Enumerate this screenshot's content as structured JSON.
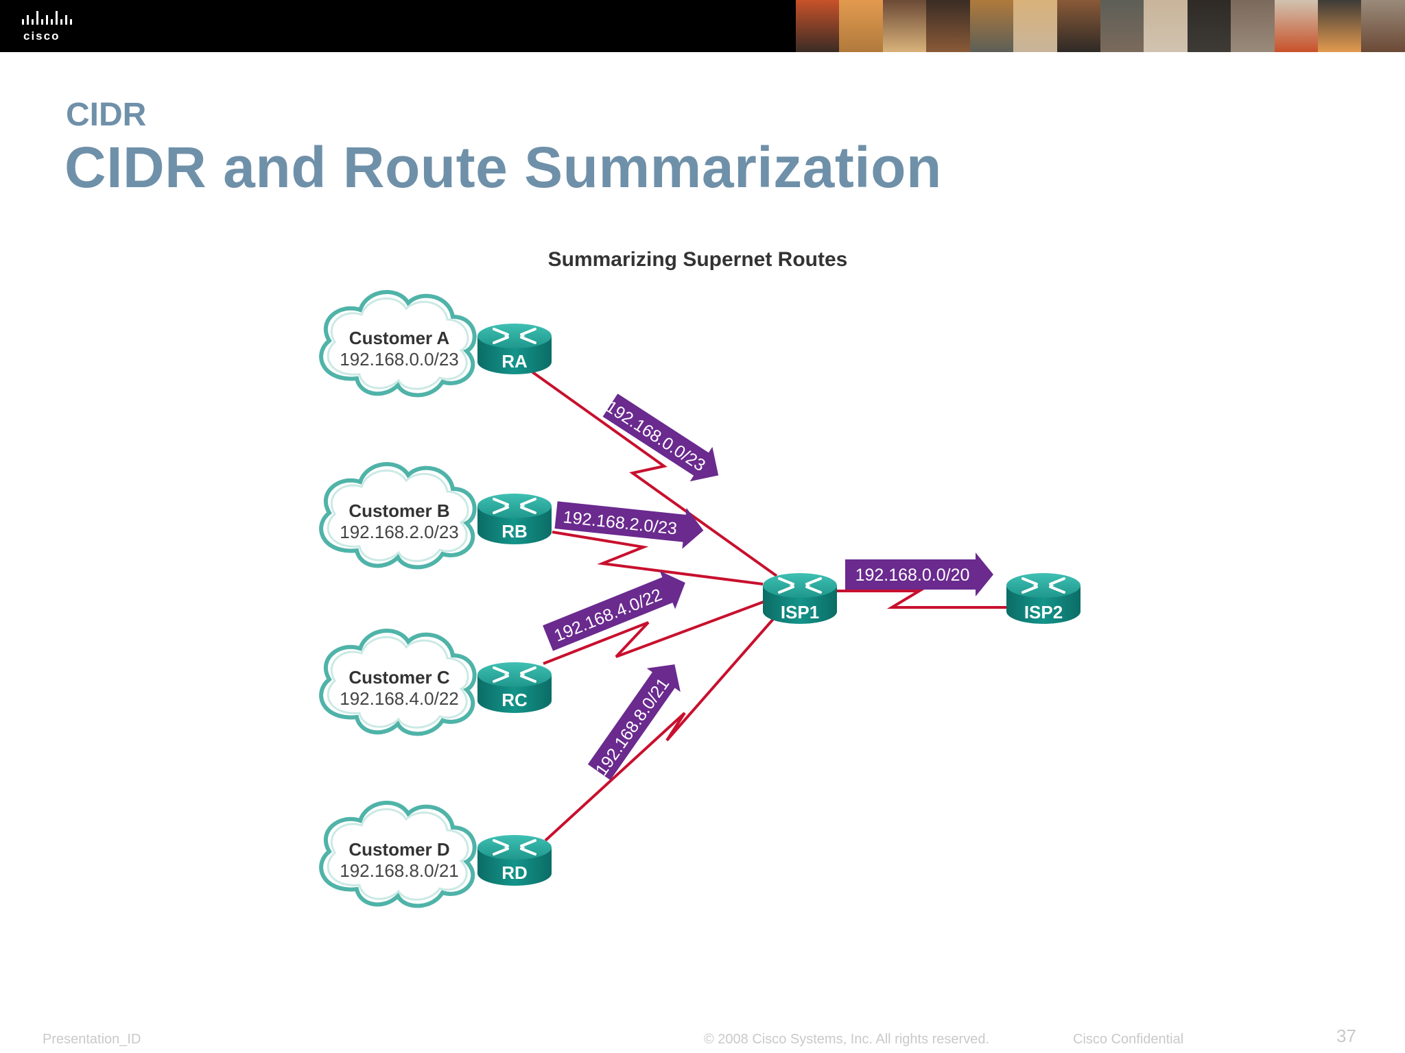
{
  "header": {
    "brand": "cisco",
    "photo_colors": [
      "#c8522a",
      "#e39a4f",
      "#6b4a36",
      "#3a2c24",
      "#b07a3c",
      "#d9b27a",
      "#8a5a38",
      "#5d5f57",
      "#c8b49a",
      "#2f2a26",
      "#7b6a5c",
      "#d1c3b0",
      "#3e3b37",
      "#9a8a7a"
    ]
  },
  "slide": {
    "section": "CIDR",
    "title": "CIDR and Route Summarization"
  },
  "diagram": {
    "title": "Summarizing Supernet Routes",
    "customers": [
      {
        "name": "Customer A",
        "network": "192.168.0.0/23",
        "router": "RA"
      },
      {
        "name": "Customer B",
        "network": "192.168.2.0/23",
        "router": "RB"
      },
      {
        "name": "Customer C",
        "network": "192.168.4.0/22",
        "router": "RC"
      },
      {
        "name": "Customer D",
        "network": "192.168.8.0/21",
        "router": "RD"
      }
    ],
    "isp1": "ISP1",
    "isp2": "ISP2",
    "advertisements": [
      {
        "from": "RA",
        "route": "192.168.0.0/23"
      },
      {
        "from": "RB",
        "route": "192.168.2.0/23"
      },
      {
        "from": "RC",
        "route": "192.168.4.0/22"
      },
      {
        "from": "RD",
        "route": "192.168.8.0/21"
      },
      {
        "from": "ISP1",
        "route": "192.168.0.0/20"
      }
    ],
    "colors": {
      "link": "#c8102e",
      "arrow": "#6a2a8e",
      "router_top": "#2aa59a",
      "router_side": "#0e7a72",
      "cloud_stroke": "#4fb3a8"
    }
  },
  "footer": {
    "presentation_id": "Presentation_ID",
    "copyright": "© 2008 Cisco Systems, Inc. All rights reserved.",
    "confidential": "Cisco Confidential",
    "page": "37"
  }
}
